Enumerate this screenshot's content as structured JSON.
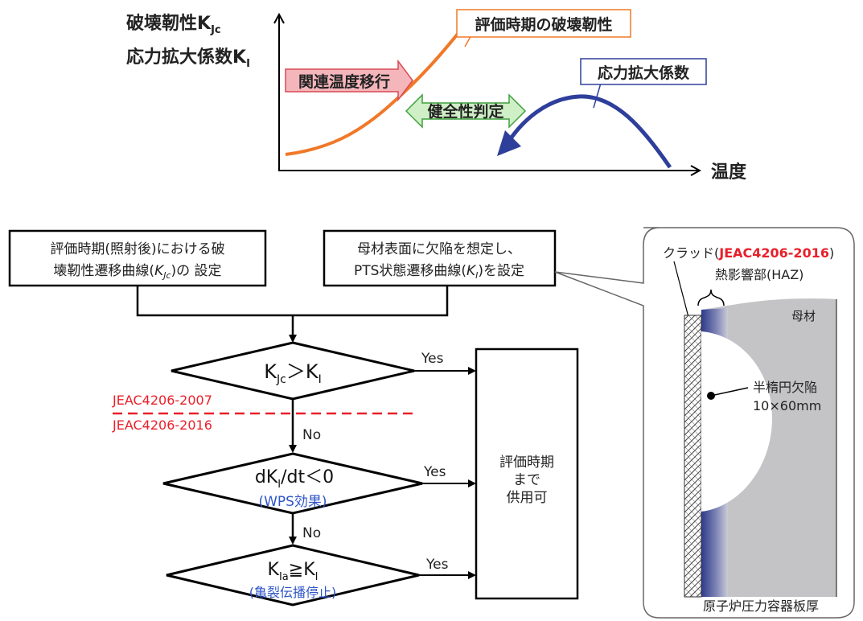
{
  "colors": {
    "orange_curve": "#F07828",
    "blue_curve": "#2E3F9B",
    "red_label": "#E8202A",
    "blue_text": "#2E55C8",
    "pink_arrow": "#F4B6BB",
    "green_arrow": "#CFEFC6"
  },
  "graph": {
    "y_label_1": "破壊靭性K",
    "y_label_1_sub": "Jc",
    "y_label_2": "応力拡大係数K",
    "y_label_2_sub": "I",
    "x_label": "温度",
    "toughness_callout": "評価時期の破壊靭性",
    "sif_callout": "応力拡大係数",
    "shift_arrow": "関連温度移行",
    "integrity_arrow": "健全性判定"
  },
  "flow": {
    "box1_line1": "評価時期(照射後)における破",
    "box1_line2_a": "壊靭性遷移曲線(",
    "box1_line2_k": "K",
    "box1_line2_sub": "Jc",
    "box1_line2_b": ")の 設定",
    "box2_line1": "母材表面に欠陥を想定し、",
    "box2_line2_a": "PTS状態遷移曲線(",
    "box2_line2_k": "K",
    "box2_line2_sub": "I",
    "box2_line2_b": ")を設定",
    "d1_k": "K",
    "d1_sub1": "Jc",
    "d1_op": "＞K",
    "d1_sub2": "I",
    "d2_a": "dK",
    "d2_sub": "I",
    "d2_b": "/dt＜0",
    "d2_note": "(WPS効果)",
    "d3_k": "K",
    "d3_sub1": "Ia",
    "d3_op": "≧K",
    "d3_sub2": "I",
    "d3_note": "(亀裂伝播停止)",
    "yes": "Yes",
    "no": "No",
    "std_old": "JEAC4206-2007",
    "std_new": "JEAC4206-2016",
    "result_line1": "評価時期",
    "result_line2": "まで",
    "result_line3": "供用可"
  },
  "detail": {
    "clad_a": "クラッド(",
    "clad_std": "JEAC4206-2016",
    "clad_b": ")",
    "haz": "熱影響部(HAZ)",
    "base_metal": "母材",
    "flaw_line1": "半楕円欠陥",
    "flaw_line2": "10×60mm",
    "wall": "原子炉圧力容器板厚"
  }
}
